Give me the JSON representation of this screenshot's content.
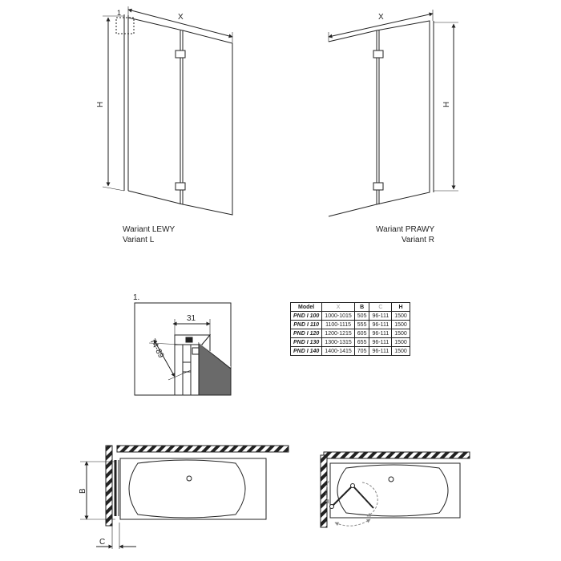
{
  "labels": {
    "variant_left_1": "Wariant LEWY",
    "variant_left_2": "Variant L",
    "variant_right_1": "Wariant PRAWY",
    "variant_right_2": "Variant R",
    "dim_x": "X",
    "dim_h": "H",
    "dim_b": "B",
    "dim_c": "C",
    "detail_marker": "1",
    "detail_title": "1.",
    "detail_width": "31",
    "detail_range": "74-89"
  },
  "table": {
    "headers": [
      "Model",
      "X",
      "B",
      "C",
      "H"
    ],
    "rows": [
      [
        "PND I 100",
        "1000-1015",
        "505",
        "96-111",
        "1500"
      ],
      [
        "PND I 110",
        "1100-1115",
        "555",
        "96-111",
        "1500"
      ],
      [
        "PND I 120",
        "1200-1215",
        "605",
        "96-111",
        "1500"
      ],
      [
        "PND I 130",
        "1300-1315",
        "655",
        "96-111",
        "1500"
      ],
      [
        "PND I 140",
        "1400-1415",
        "705",
        "96-111",
        "1500"
      ]
    ]
  },
  "colors": {
    "line": "#222222",
    "hatch": "#222222",
    "grey_header": "#999999",
    "dark_panel": "#555555"
  }
}
